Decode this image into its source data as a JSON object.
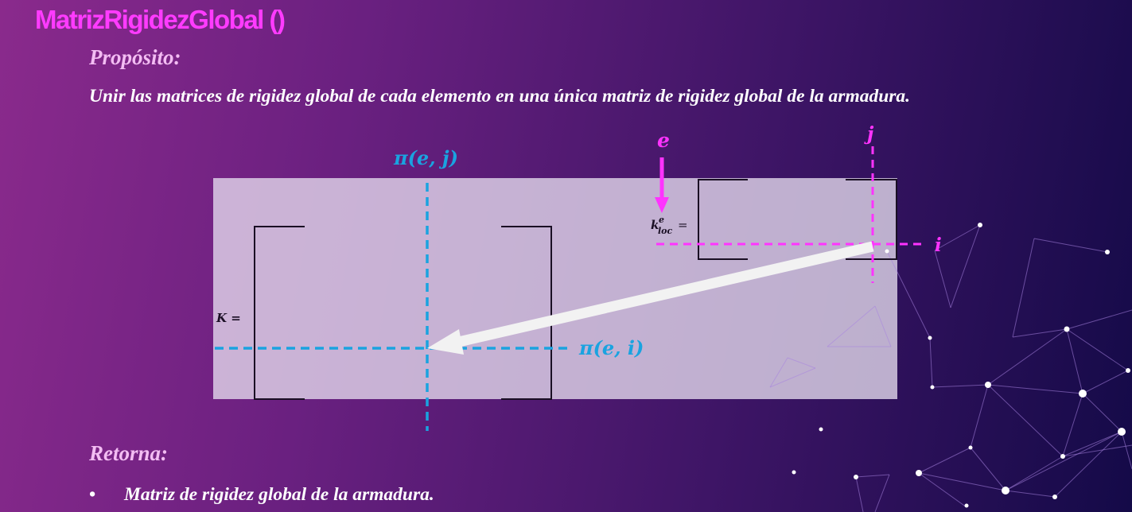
{
  "slide": {
    "title": "MatrizRigidezGlobal ()",
    "purpose_label": "Propósito:",
    "purpose_text": "Unir las matrices de rigidez global de cada elemento en una única matriz de rigidez global de la armadura.",
    "returns_label": "Retorna:",
    "returns_items": [
      "Matriz de rigidez global de la armadura."
    ]
  },
  "diagram": {
    "global_matrix_label": "K =",
    "local_matrix_label_base": "k",
    "local_matrix_label_sup": "e",
    "local_matrix_label_sub": "loc",
    "local_matrix_label_eq": "=",
    "element_label": "e",
    "row_index_label": "i",
    "col_index_label": "j",
    "global_col_label": "π(e, j)",
    "global_row_label": "π(e, i)"
  },
  "colors": {
    "title": "#ff3bff",
    "magenta": "#ff33ff",
    "cyan": "#1aa3e0",
    "panel": "#e6dcee",
    "arrow": "#f2f2f2"
  }
}
